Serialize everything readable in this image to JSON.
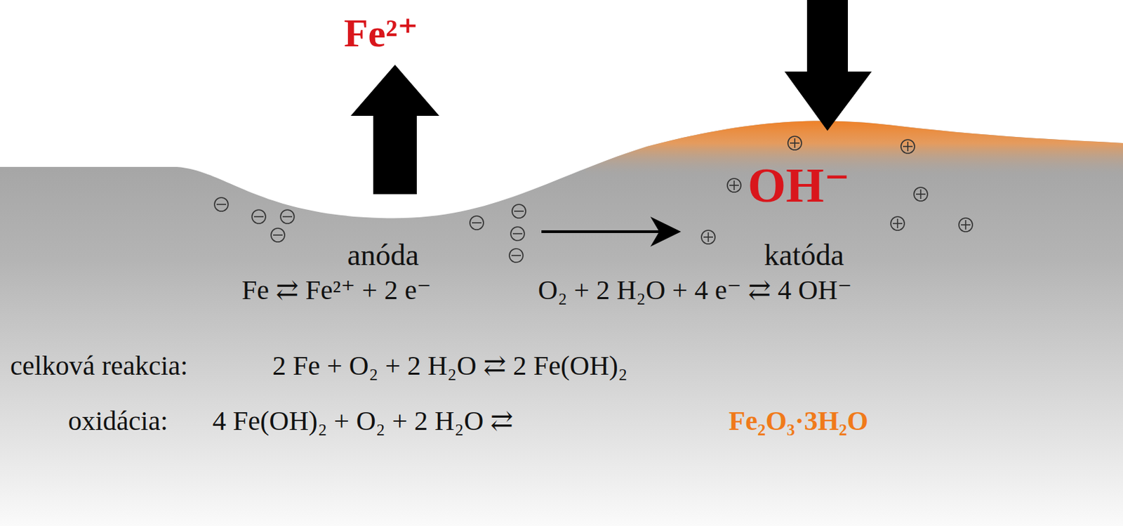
{
  "diagram": {
    "labels": [
      "Fe²⁺",
      "OH⁻",
      "anóda",
      "katóda",
      "Fe ⇄ Fe²⁺ + 2 e⁻",
      "O₂ + 2 H₂O + 4 e⁻ ⇄ 4 OH⁻",
      "celková reakcia:",
      "2 Fe + O₂ + 2 H₂O ⇄ 2 Fe(OH)₂",
      "oxidácia:",
      "4 Fe(OH)₂ + O₂ + 2 H₂O ⇄",
      "Fe₂O₃·3H₂O"
    ]
  }
}
